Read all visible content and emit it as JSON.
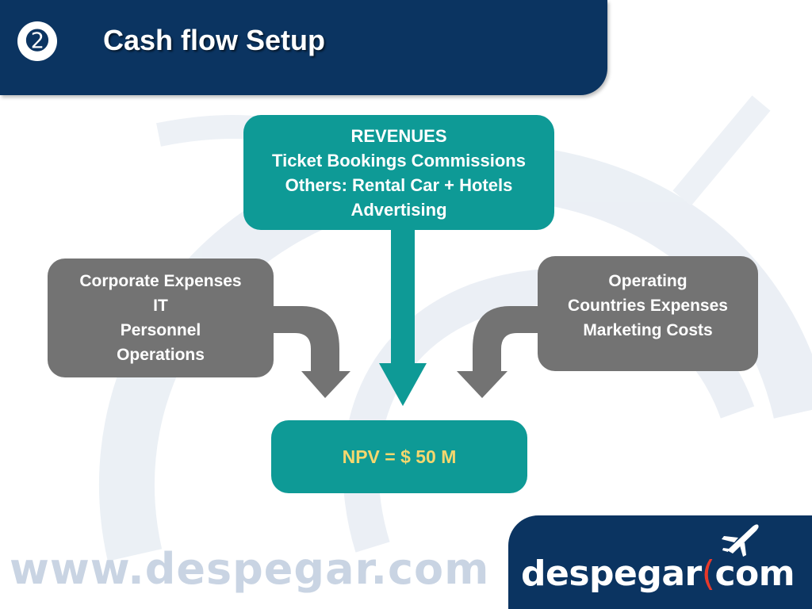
{
  "header": {
    "step_badge": "➋",
    "title": "Cash flow Setup"
  },
  "diagram": {
    "revenues": {
      "lines": [
        "REVENUES",
        "Ticket Bookings Commissions",
        "Others: Rental Car + Hotels",
        "Advertising"
      ]
    },
    "corporate_expenses": {
      "lines": [
        "Corporate Expenses",
        "IT",
        "Personnel",
        "Operations"
      ]
    },
    "operating_expenses": {
      "lines": [
        "Operating",
        "Countries Expenses",
        "Marketing Costs"
      ]
    },
    "result": {
      "text": "NPV = $ 50 M"
    }
  },
  "footer": {
    "url": "www.despegar.com",
    "logo_word": "despegar",
    "logo_bracket": "(",
    "logo_suffix": "com"
  },
  "colors": {
    "navy": "#0b3461",
    "teal": "#0e9a96",
    "gray": "#737373",
    "npv_text": "#f5d76e",
    "logo_accent": "#e8392a"
  }
}
